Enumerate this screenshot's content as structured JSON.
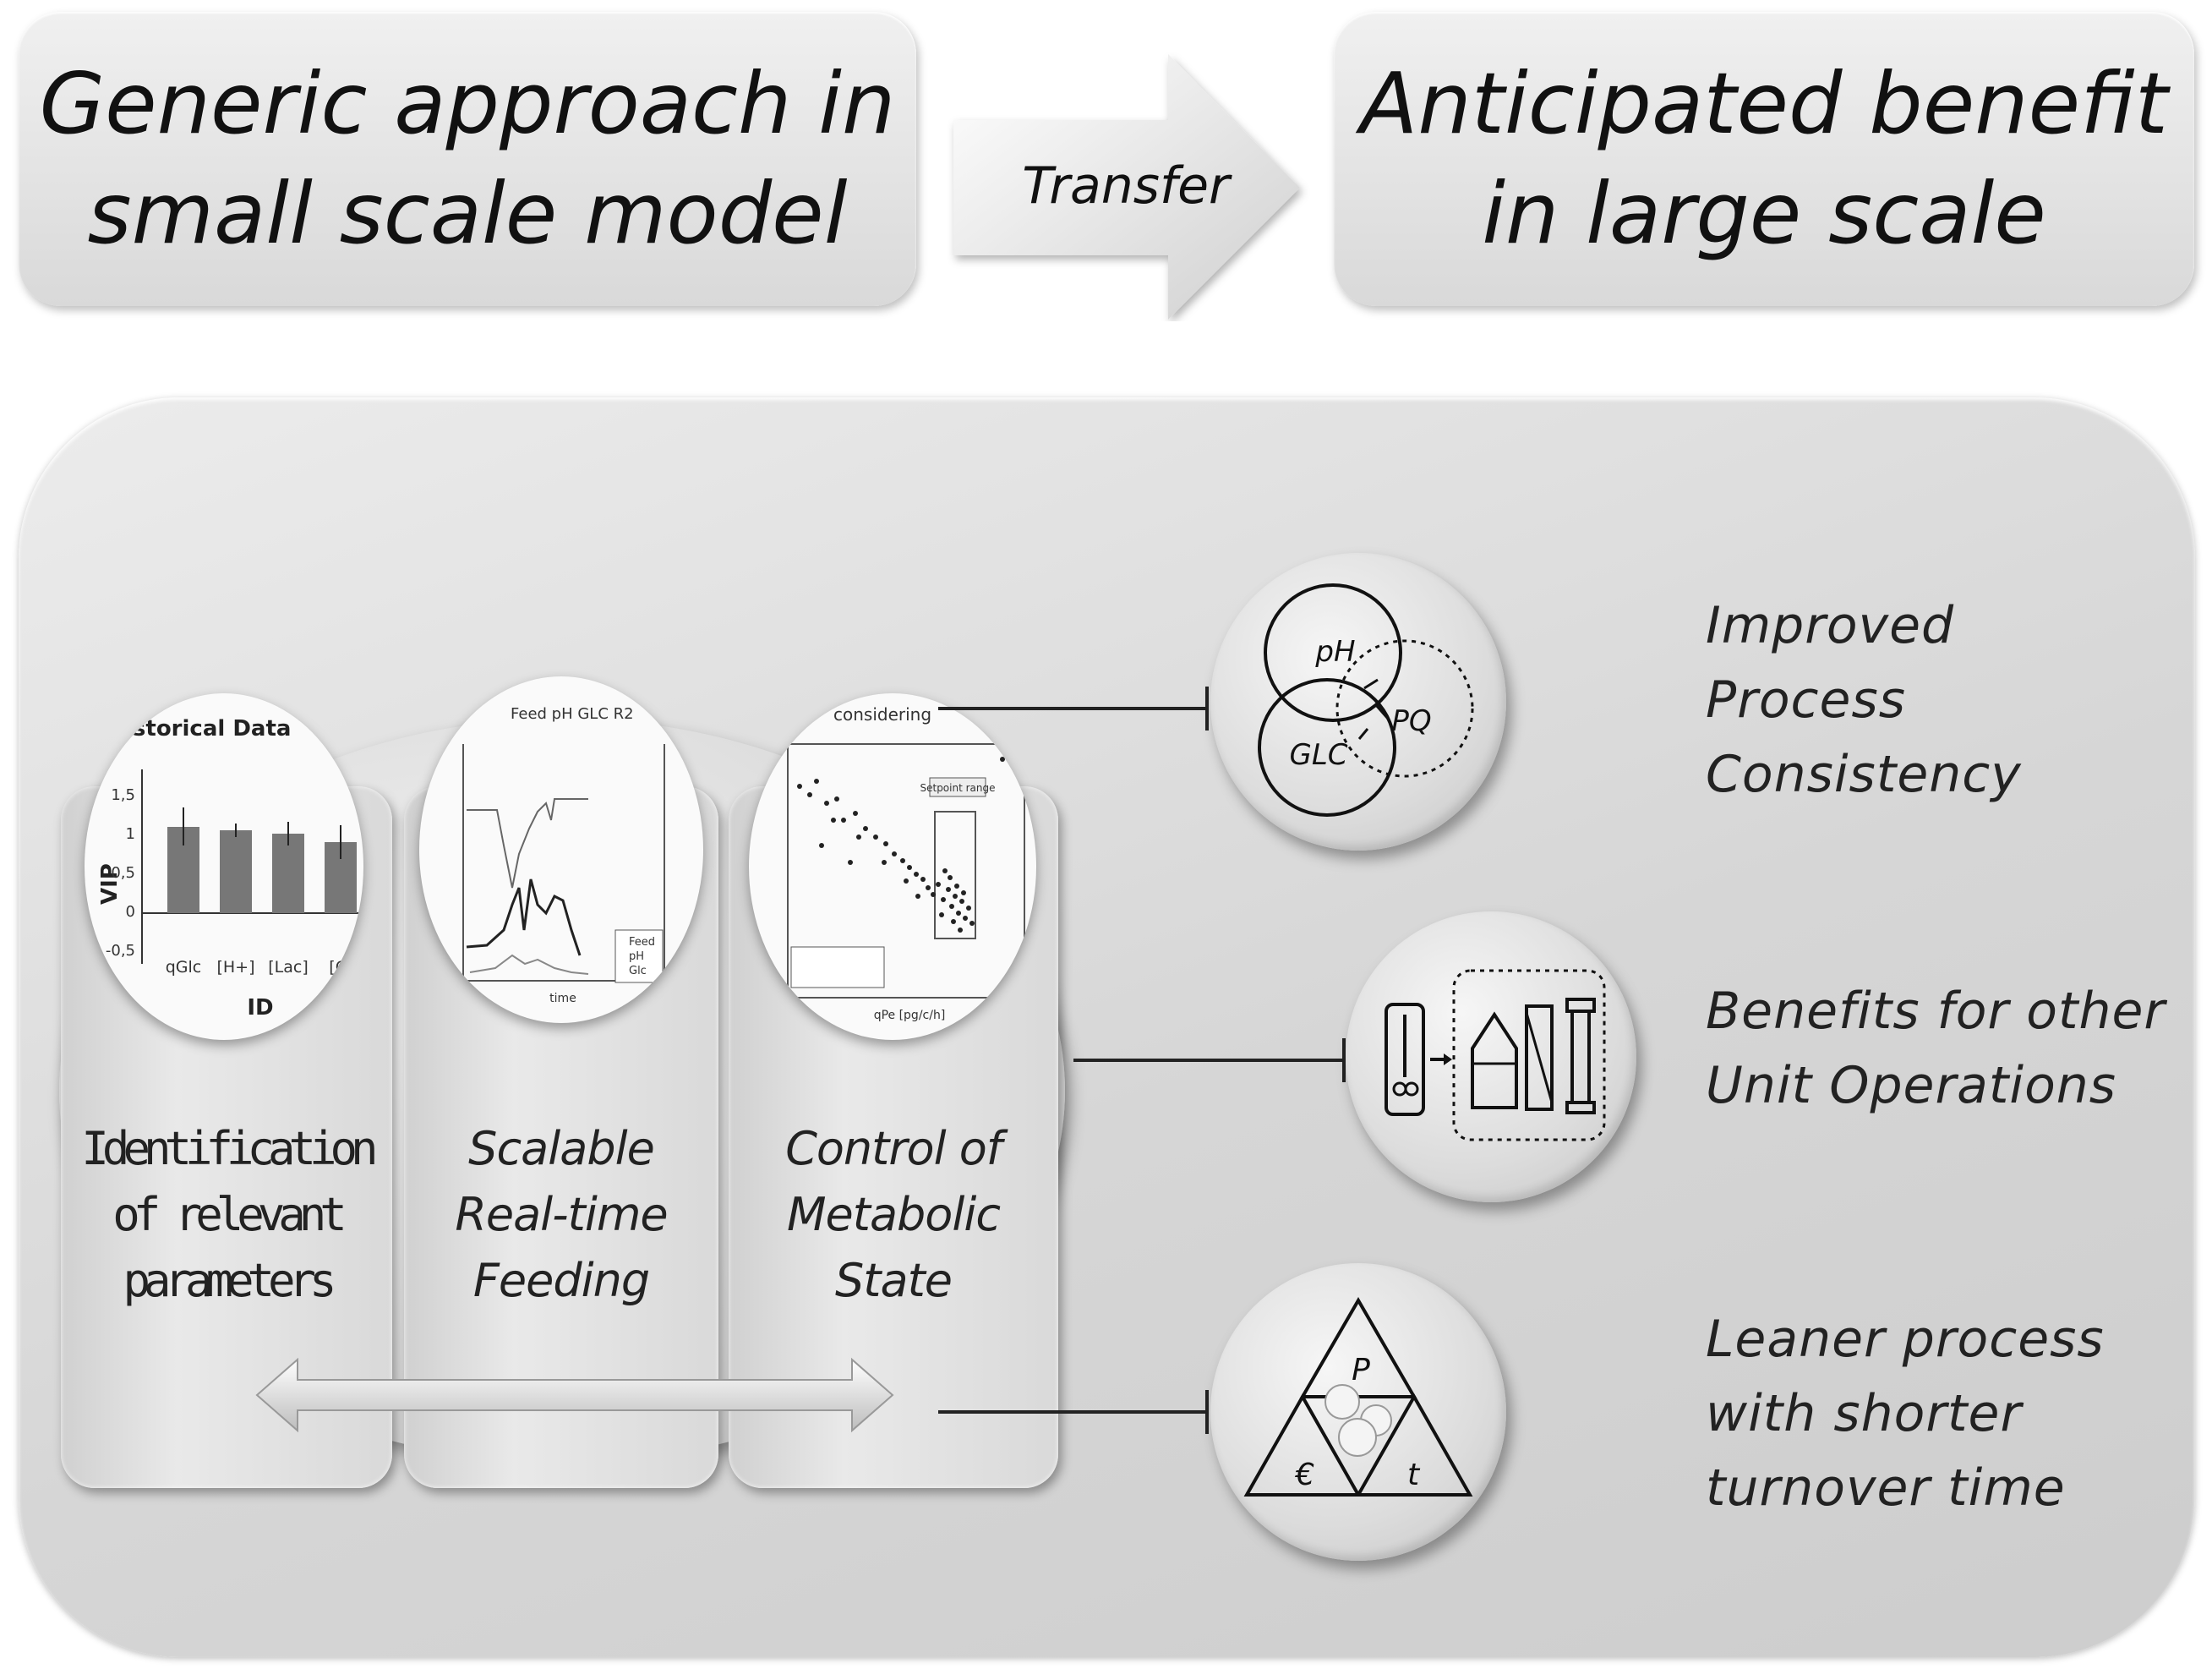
{
  "header": {
    "left_box": [
      "Generic approach in",
      "small scale model"
    ],
    "arrow_label": "Transfer",
    "right_box": [
      "Anticipated benefit",
      "in large scale"
    ]
  },
  "approach_columns": [
    {
      "label": [
        "Identification",
        "of relevant",
        "parameters"
      ],
      "inset": {
        "title": "istorical Data",
        "y_axis_label": "VIP",
        "y_ticks": [
          "1,5",
          "1",
          "0,5",
          "0",
          "-0,5"
        ],
        "categories": [
          "qGlc",
          "[H+]",
          "[Lac]",
          "[Gl"
        ],
        "x_axis_label": "ID"
      }
    },
    {
      "label": [
        "Scalable",
        "Real-time",
        "Feeding"
      ],
      "inset": {
        "title": "Feed pH GLC R2",
        "legend": [
          "Feed",
          "pH",
          "Glc"
        ],
        "x_axis_label": "time"
      }
    },
    {
      "label": [
        "Control of",
        "Metabolic",
        "State"
      ],
      "inset": {
        "title": "considering",
        "annotation": "Setpoint range",
        "x_axis_label": "qPe [pg/c/h]"
      }
    }
  ],
  "benefits": [
    {
      "text": [
        "Improved",
        "Process",
        "Consistency"
      ],
      "icon_labels": [
        "pH",
        "PQ",
        "GLC"
      ]
    },
    {
      "text": [
        "Benefits for other",
        "Unit Operations"
      ]
    },
    {
      "text": [
        "Leaner process",
        "with shorter",
        "turnover time"
      ],
      "icon_labels": [
        "P",
        "€",
        "t"
      ]
    }
  ]
}
